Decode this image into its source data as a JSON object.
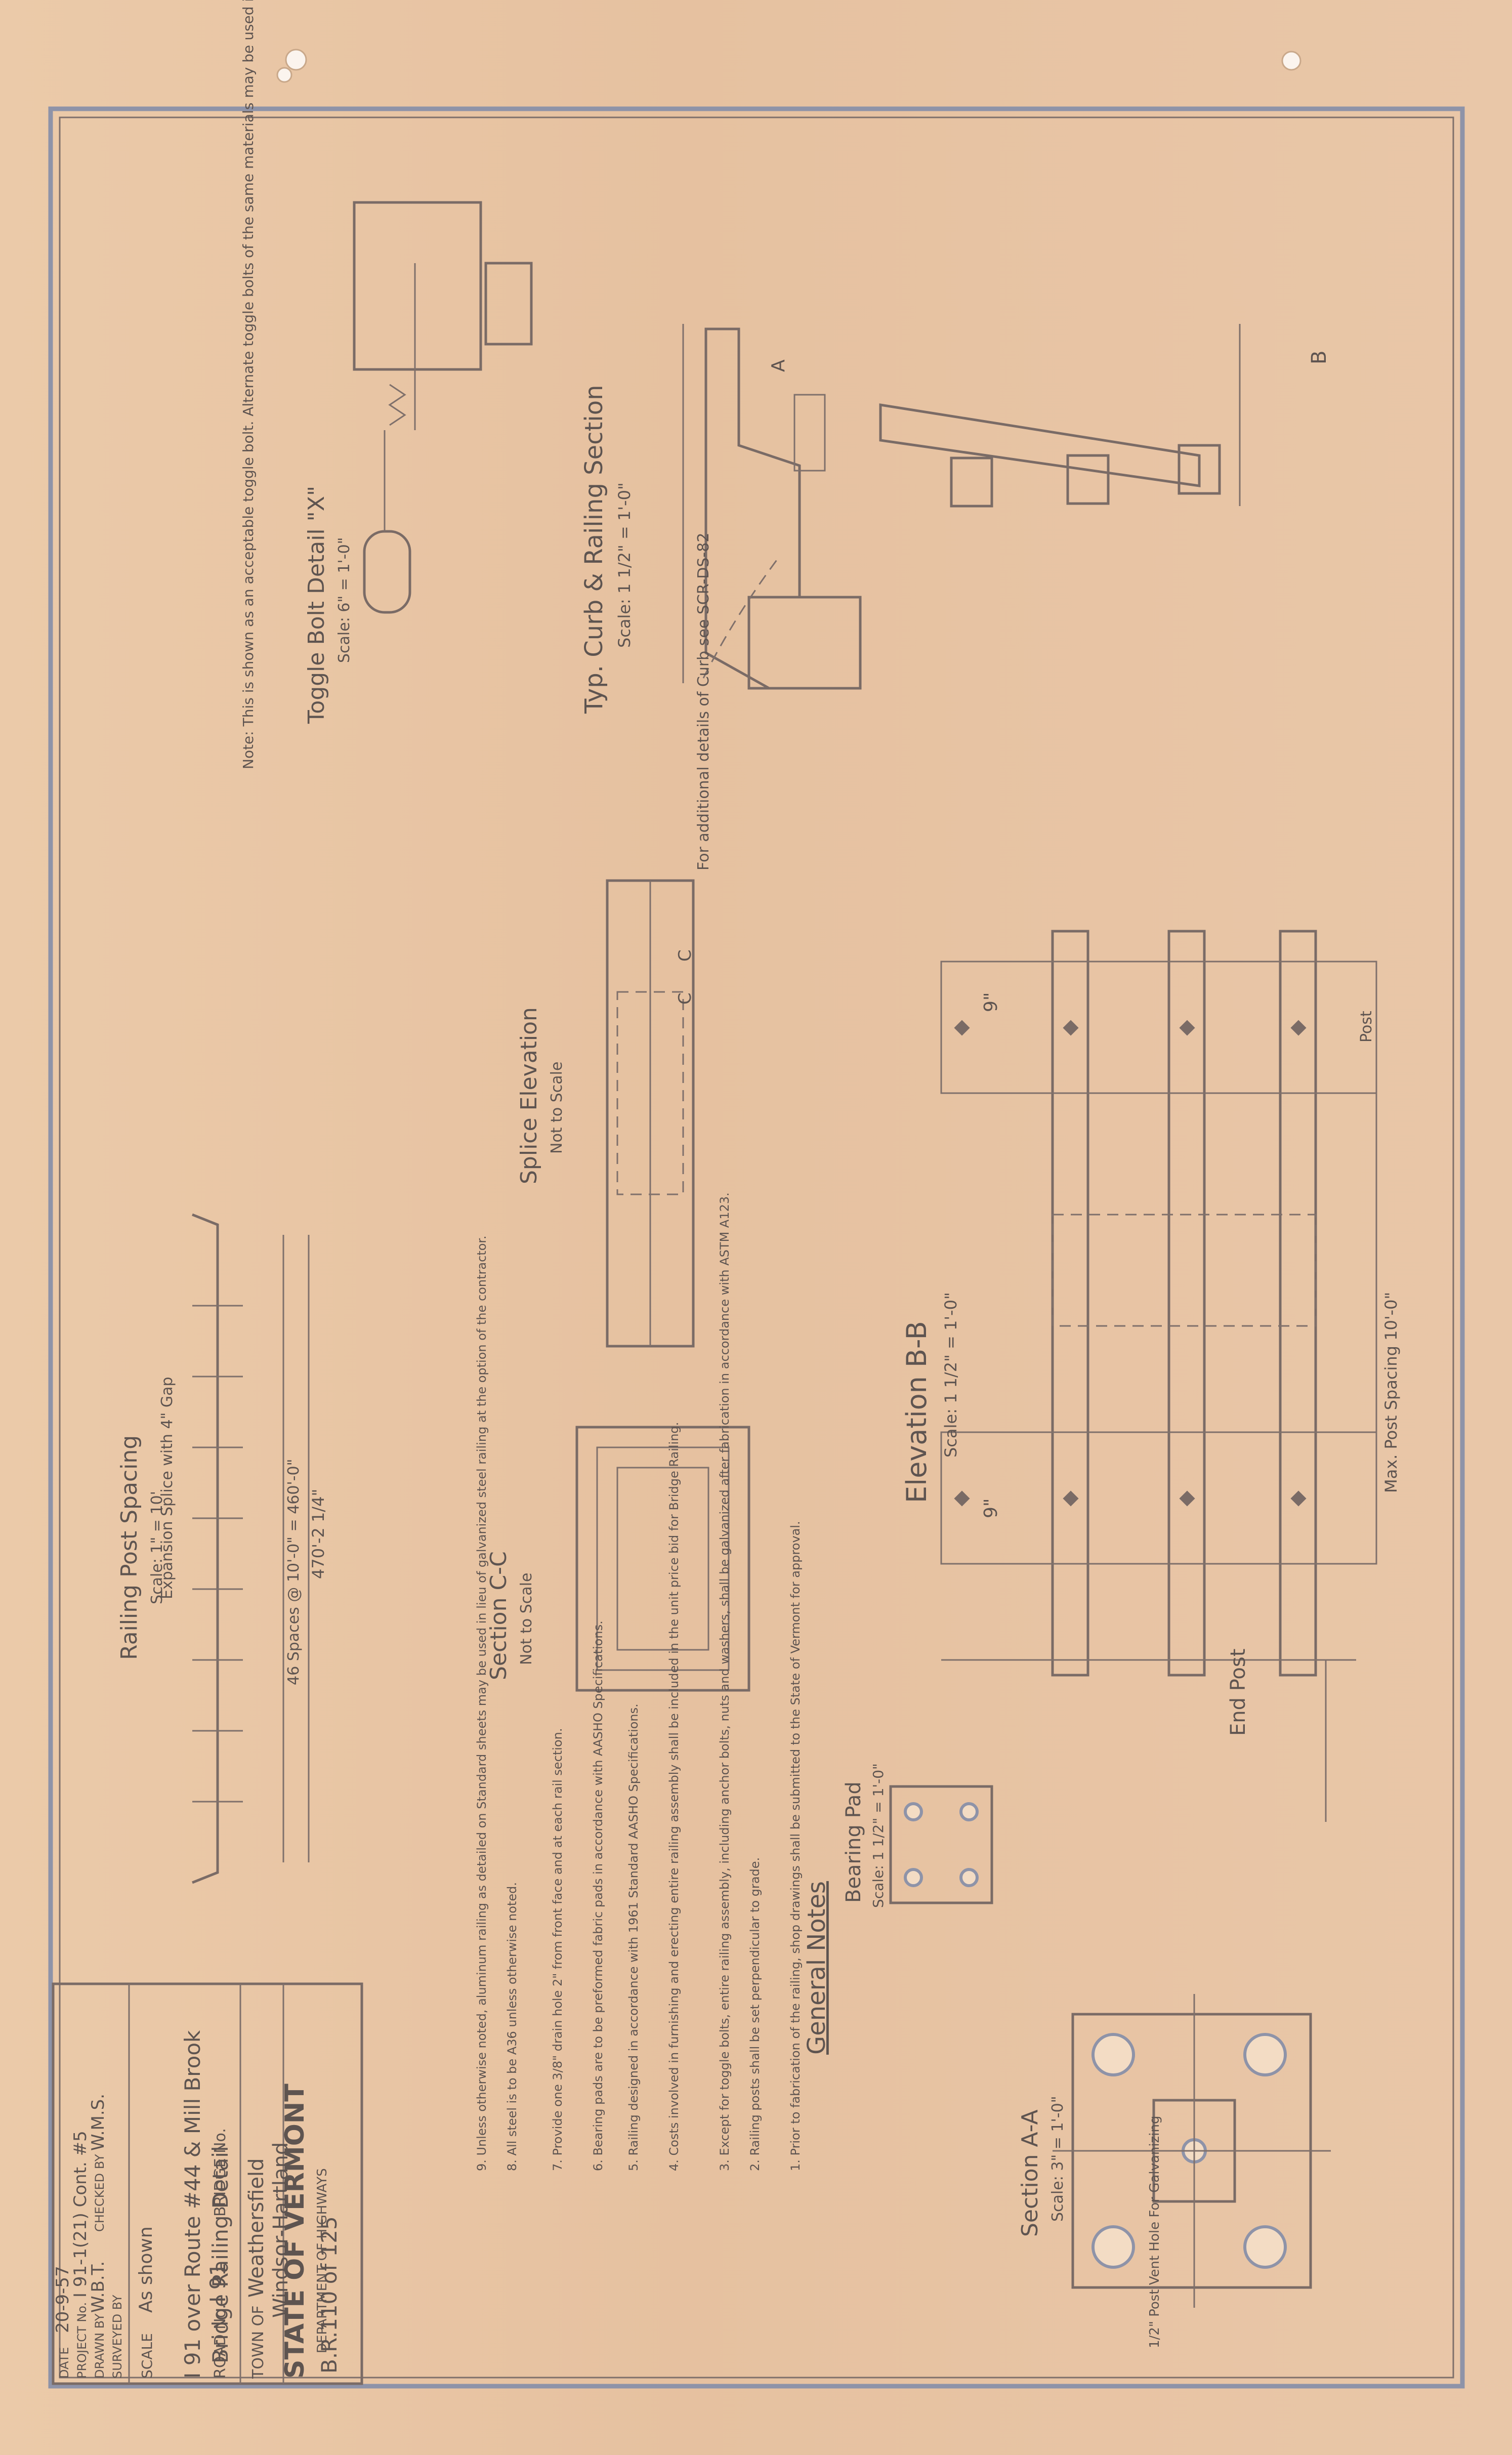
{
  "title_block": {
    "sheet_no": "B.R.110 of 125",
    "state": "STATE OF VERMONT",
    "department": "DEPARTMENT OF HIGHWAYS",
    "town_label": "TOWN OF",
    "town": "Weathersfield",
    "town2": "Windsor-Hartland",
    "road_label": "ROAD No.",
    "road": "I 91",
    "bridge_label": "BRIDGE No.",
    "description_1": "I 91 over Route #44 & Mill Brook",
    "description_2": "Bridge Railing Detail",
    "scale_label": "SCALE",
    "scale": "As shown",
    "surveyed_label": "SURVEYED BY",
    "drawn_label": "DRAWN BY",
    "drawn": "W.B.T.",
    "checked_label": "CHECKED BY",
    "checked": "W.M.S.",
    "project_label": "PROJECT No.",
    "project": "I 91-1(21) Cont. #5",
    "date_label": "DATE",
    "date": "20-9-57"
  },
  "views": {
    "curb_section": {
      "title": "Typ. Curb & Railing Section",
      "scale": "Scale: 1 1/2\" = 1'-0\"",
      "note_1": "For additional details of Curb see SCR-DS-82",
      "label_b": "B",
      "label_a": "A"
    },
    "elevation_bb": {
      "title": "Elevation B-B",
      "scale": "Scale: 1 1/2\" = 1'-0\"",
      "max_spacing": "Max. Post Spacing 10'-0\"",
      "end_post": "End Post",
      "post_label": "Post",
      "dim_9": "9\""
    },
    "bearing_pad": {
      "title": "Bearing Pad",
      "scale": "Scale: 1 1/2\" = 1'-0\""
    },
    "section_aa": {
      "title": "Section A-A",
      "scale": "Scale: 3\" = 1'-0\"",
      "vent_note": "1/2\" Post Vent Hole For Galvanizing"
    },
    "toggle_bolt": {
      "title": "Toggle Bolt Detail \"X\"",
      "scale": "Scale: 6\" = 1'-0\"",
      "note": "Note: This is shown as an acceptable toggle bolt. Alternate toggle bolts of the same materials may be used if approved by the Engineer."
    },
    "splice_elevation": {
      "title": "Splice Elevation",
      "scale": "Not to Scale",
      "section_mark": "C"
    },
    "section_cc": {
      "title": "Section C-C",
      "scale": "Not to Scale"
    },
    "post_spacing": {
      "title": "Railing Post Spacing",
      "scale": "Scale: 1\" = 10'",
      "dim_total": "470'-2 1/4\"",
      "dim_spaces": "46 Spaces @ 10'-0\" = 460'-0\"",
      "expansion": "Expansion Splice with 4\" Gap"
    }
  },
  "general_notes": {
    "title": "General Notes",
    "items": [
      "1. Prior to fabrication of the railing, shop drawings shall be submitted to the State of Vermont for approval.",
      "2. Railing posts shall be set perpendicular to grade.",
      "3. Except for toggle bolts, entire railing assembly, including anchor bolts, nuts and washers, shall be galvanized after fabrication in accordance with ASTM A123.",
      "4. Costs involved in furnishing and erecting entire railing assembly shall be included in the unit price bid for Bridge Railing.",
      "5. Railing designed in accordance with 1961 Standard AASHO Specifications.",
      "6. Bearing pads are to be preformed fabric pads in accordance with AASHO Specifications.",
      "7. Provide one 3/8\" drain hole 2\" from front face and at each rail section.",
      "8. All steel is to be A36 unless otherwise noted.",
      "9. Unless otherwise noted, aluminum railing as detailed on Standard sheets may be used in lieu of galvanized steel railing at the option of the contractor."
    ]
  },
  "colors": {
    "paper": "#e8c4a4",
    "ink": "#7a6b66",
    "border": "#8e93a8"
  }
}
